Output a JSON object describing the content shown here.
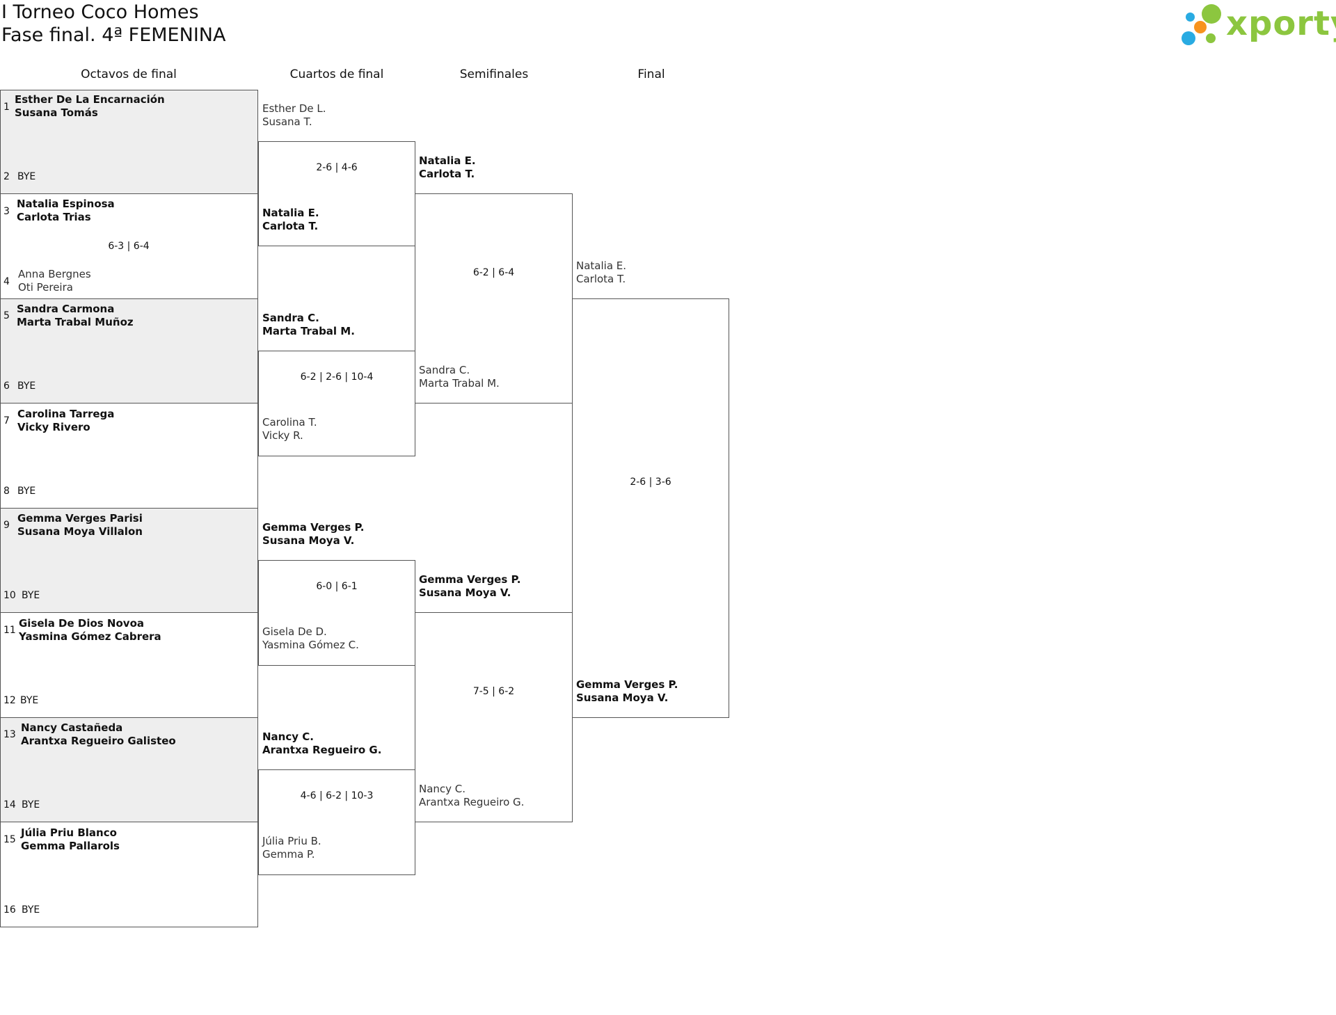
{
  "header": {
    "title_line1": "I Torneo Coco Homes",
    "title_line2": "Fase final. 4ª FEMENINA",
    "logo_text": "xporty",
    "logo_colors": {
      "green": "#8cc63f",
      "blue": "#29abe2",
      "orange": "#f7931e"
    }
  },
  "rounds": {
    "r16": "Octavos de final",
    "qf": "Cuartos de final",
    "sf": "Semifinales",
    "final": "Final"
  },
  "r16": [
    {
      "seed_a": "1",
      "a1": "Esther De La Encarnación",
      "a2": "Susana Tomás",
      "seed_b": "2",
      "b": "BYE"
    },
    {
      "seed_a": "3",
      "a1": "Natalia Espinosa",
      "a2": "Carlota Trias",
      "score": "6-3 | 6-4",
      "seed_b": "4",
      "b1": "Anna Bergnes",
      "b2": "Oti Pereira"
    },
    {
      "seed_a": "5",
      "a1": "Sandra Carmona",
      "a2": "Marta Trabal Muñoz",
      "seed_b": "6",
      "b": "BYE"
    },
    {
      "seed_a": "7",
      "a1": "Carolina Tarrega",
      "a2": "Vicky Rivero",
      "seed_b": "8",
      "b": "BYE"
    },
    {
      "seed_a": "9",
      "a1": "Gemma Verges Parisi",
      "a2": "Susana Moya Villalon",
      "seed_b": "10",
      "b": "BYE"
    },
    {
      "seed_a": "11",
      "a1": "Gisela De Dios Novoa",
      "a2": "Yasmina Gómez Cabrera",
      "seed_b": "12",
      "b": "BYE"
    },
    {
      "seed_a": "13",
      "a1": "Nancy Castañeda",
      "a2": "Arantxa Regueiro Galisteo",
      "seed_b": "14",
      "b": "BYE"
    },
    {
      "seed_a": "15",
      "a1": "Júlia Priu Blanco",
      "a2": "Gemma Pallarols",
      "seed_b": "16",
      "b": "BYE"
    }
  ],
  "qf": [
    {
      "a1": "Esther De L.",
      "a2": "Susana T.",
      "score": "2-6 | 4-6",
      "b1": "Natalia E.",
      "b2": "Carlota T."
    },
    {
      "a1": "Sandra C.",
      "a2": "Marta Trabal M.",
      "score": "6-2 | 2-6 | 10-4",
      "b1": "Carolina T.",
      "b2": "Vicky R."
    },
    {
      "a1": "Gemma Verges P.",
      "a2": "Susana Moya V.",
      "score": "6-0 | 6-1",
      "b1": "Gisela De D.",
      "b2": "Yasmina Gómez C."
    },
    {
      "a1": "Nancy C.",
      "a2": "Arantxa Regueiro G.",
      "score": "4-6 | 6-2 | 10-3",
      "b1": "Júlia Priu B.",
      "b2": "Gemma P."
    }
  ],
  "sf": [
    {
      "a1": "Natalia E.",
      "a2": "Carlota T.",
      "score": "6-2 | 6-4",
      "b1": "Sandra C.",
      "b2": "Marta Trabal M."
    },
    {
      "a1": "Gemma Verges P.",
      "a2": "Susana Moya V.",
      "score": "7-5 | 6-2",
      "b1": "Nancy C.",
      "b2": "Arantxa Regueiro G."
    }
  ],
  "final": {
    "a1": "Natalia E.",
    "a2": "Carlota T.",
    "score": "2-6 | 3-6",
    "b1": "Gemma Verges P.",
    "b2": "Susana Moya V."
  }
}
